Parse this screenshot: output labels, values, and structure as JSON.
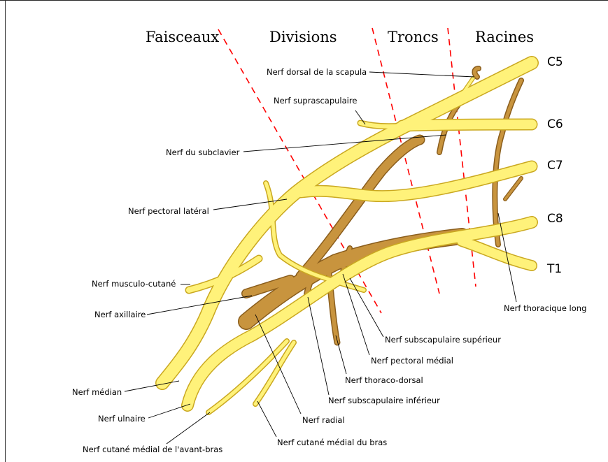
{
  "headers": {
    "cords": "Faisceaux",
    "divisions": "Divisions",
    "trunks": "Troncs",
    "roots": "Racines"
  },
  "roots": [
    "C5",
    "C6",
    "C7",
    "C8",
    "T1"
  ],
  "labels": {
    "dorsal_scapular": "Nerf dorsal de la scapula",
    "suprascapular": "Nerf suprascapulaire",
    "subclavian": "Nerf du subclavier",
    "lateral_pectoral": "Nerf pectoral latéral",
    "musculocutaneous": "Nerf musculo-cutané",
    "axillary": "Nerf axillaire",
    "median": "Nerf médian",
    "ulnar": "Nerf ulnaire",
    "med_cut_forearm": "Nerf cutané médial de l'avant-bras",
    "radial": "Nerf radial",
    "med_cut_arm": "Nerf cutané médial du bras",
    "lower_subscapular": "Nerf subscapulaire inférieur",
    "thoracodorsal": "Nerf thoraco-dorsal",
    "medial_pectoral": "Nerf pectoral médial",
    "upper_subscapular": "Nerf subscapulaire supérieur",
    "long_thoracic": "Nerf thoracique long"
  },
  "colors": {
    "nerve_yellow": "#fff27a",
    "nerve_yellow_outline": "#caa820",
    "cord_brown": "#c8943e",
    "cord_brown_outline": "#8a5d1c",
    "divider_red": "#ff0000",
    "leader": "#000000"
  }
}
